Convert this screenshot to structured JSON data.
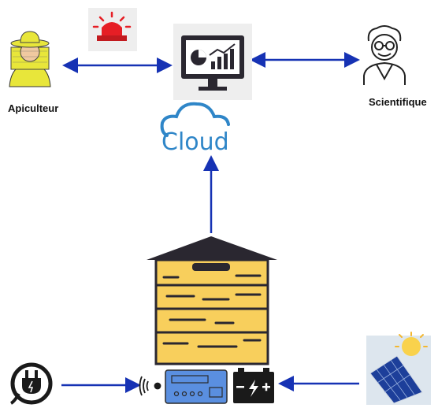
{
  "nodes": {
    "beekeeper": {
      "label": "Apiculteur",
      "icon": "beekeeper-icon"
    },
    "scientist": {
      "label": "Scientifique",
      "icon": "scientist-icon"
    },
    "dashboard": {
      "icon": "monitor-dashboard-icon"
    },
    "alarm": {
      "icon": "alarm-siren-icon"
    },
    "cloud": {
      "label": "Cloud",
      "icon": "cloud-icon"
    },
    "hive": {
      "icon": "beehive-icon"
    },
    "power": {
      "icon": "power-plug-icon"
    },
    "wireless": {
      "icon": "wireless-signal-icon"
    },
    "board": {
      "icon": "circuit-board-icon"
    },
    "battery": {
      "icon": "battery-icon"
    },
    "solar": {
      "icon": "solar-panel-icon"
    }
  },
  "colors": {
    "arrow": "#1632b4",
    "cloud": "#2f86c8",
    "hive": "#f8cf5c",
    "hive_stroke": "#2a2730",
    "board": "#5a8fe0"
  }
}
